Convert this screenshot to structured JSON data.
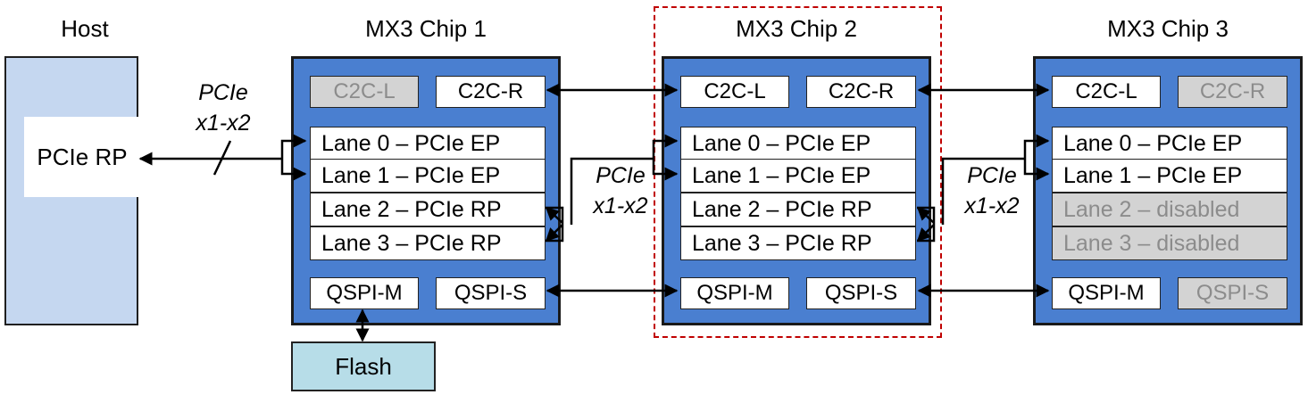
{
  "titles": {
    "host": "Host",
    "chip1": "MX3 Chip 1",
    "chip2": "MX3 Chip 2",
    "chip3": "MX3 Chip 3"
  },
  "host": {
    "rp": "PCIe RP"
  },
  "chip1": {
    "c2c_l": "C2C-L",
    "c2c_r": "C2C-R",
    "lanes": [
      "Lane 0 – PCIe EP",
      "Lane 1 – PCIe EP",
      "Lane 2 – PCIe RP",
      "Lane 3 – PCIe RP"
    ],
    "qspi_m": "QSPI-M",
    "qspi_s": "QSPI-S"
  },
  "chip2": {
    "c2c_l": "C2C-L",
    "c2c_r": "C2C-R",
    "lanes": [
      "Lane 0 – PCIe EP",
      "Lane 1 – PCIe EP",
      "Lane 2 – PCIe RP",
      "Lane 3 – PCIe RP"
    ],
    "qspi_m": "QSPI-M",
    "qspi_s": "QSPI-S"
  },
  "chip3": {
    "c2c_l": "C2C-L",
    "c2c_r": "C2C-R",
    "lanes": [
      "Lane 0 – PCIe EP",
      "Lane 1 – PCIe EP",
      "Lane 2 – disabled",
      "Lane 3 – disabled"
    ],
    "qspi_m": "QSPI-M",
    "qspi_s": "QSPI-S"
  },
  "flash": "Flash",
  "links": {
    "pcie1_a": "PCIe",
    "pcie1_b": "x1-x2",
    "pcie2_a": "PCIe",
    "pcie2_b": "x1-x2",
    "pcie3_a": "PCIe",
    "pcie3_b": "x1-x2"
  },
  "colors": {
    "chip": "#4a7fd0",
    "host": "#c5d7f0",
    "flash": "#b7dde8",
    "disabled": "#d3d3d3",
    "highlight": "#c00000"
  }
}
